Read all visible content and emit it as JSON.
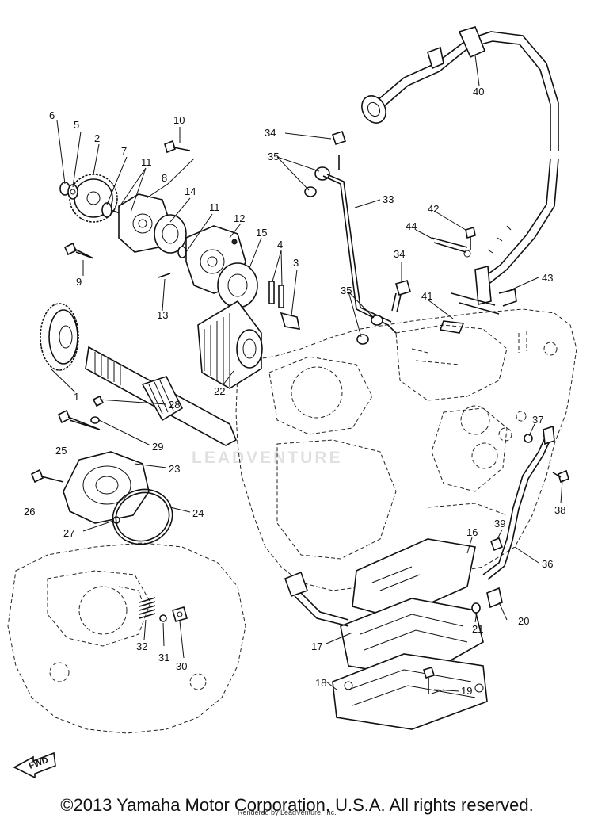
{
  "labels": [
    {
      "id": "1",
      "text": "1"
    },
    {
      "id": "2",
      "text": "2"
    },
    {
      "id": "3",
      "text": "3"
    },
    {
      "id": "4",
      "text": "4"
    },
    {
      "id": "5",
      "text": "5"
    },
    {
      "id": "6",
      "text": "6"
    },
    {
      "id": "7",
      "text": "7"
    },
    {
      "id": "8",
      "text": "8"
    },
    {
      "id": "9",
      "text": "9"
    },
    {
      "id": "10",
      "text": "10"
    },
    {
      "id": "11a",
      "text": "11"
    },
    {
      "id": "11b",
      "text": "11"
    },
    {
      "id": "12",
      "text": "12"
    },
    {
      "id": "13",
      "text": "13"
    },
    {
      "id": "14",
      "text": "14"
    },
    {
      "id": "15",
      "text": "15"
    },
    {
      "id": "16",
      "text": "16"
    },
    {
      "id": "17",
      "text": "17"
    },
    {
      "id": "18",
      "text": "18"
    },
    {
      "id": "19",
      "text": "19"
    },
    {
      "id": "20",
      "text": "20"
    },
    {
      "id": "21",
      "text": "21"
    },
    {
      "id": "22",
      "text": "22"
    },
    {
      "id": "23",
      "text": "23"
    },
    {
      "id": "24",
      "text": "24"
    },
    {
      "id": "25",
      "text": "25"
    },
    {
      "id": "26",
      "text": "26"
    },
    {
      "id": "27",
      "text": "27"
    },
    {
      "id": "28",
      "text": "28"
    },
    {
      "id": "29",
      "text": "29"
    },
    {
      "id": "30",
      "text": "30"
    },
    {
      "id": "31",
      "text": "31"
    },
    {
      "id": "32",
      "text": "32"
    },
    {
      "id": "33",
      "text": "33"
    },
    {
      "id": "34a",
      "text": "34"
    },
    {
      "id": "34b",
      "text": "34"
    },
    {
      "id": "35a",
      "text": "35"
    },
    {
      "id": "35b",
      "text": "35"
    },
    {
      "id": "36",
      "text": "36"
    },
    {
      "id": "37",
      "text": "37"
    },
    {
      "id": "38",
      "text": "38"
    },
    {
      "id": "39",
      "text": "39"
    },
    {
      "id": "40",
      "text": "40"
    },
    {
      "id": "41",
      "text": "41"
    },
    {
      "id": "42",
      "text": "42"
    },
    {
      "id": "43",
      "text": "43"
    },
    {
      "id": "44",
      "text": "44"
    }
  ],
  "fwd_label": "FWD",
  "watermark": "LEADVENTURE",
  "copyright": "©2013 Yamaha Motor Corporation, U.S.A. All rights reserved.",
  "rendered_by": "Rendered by LeadVenture, Inc."
}
